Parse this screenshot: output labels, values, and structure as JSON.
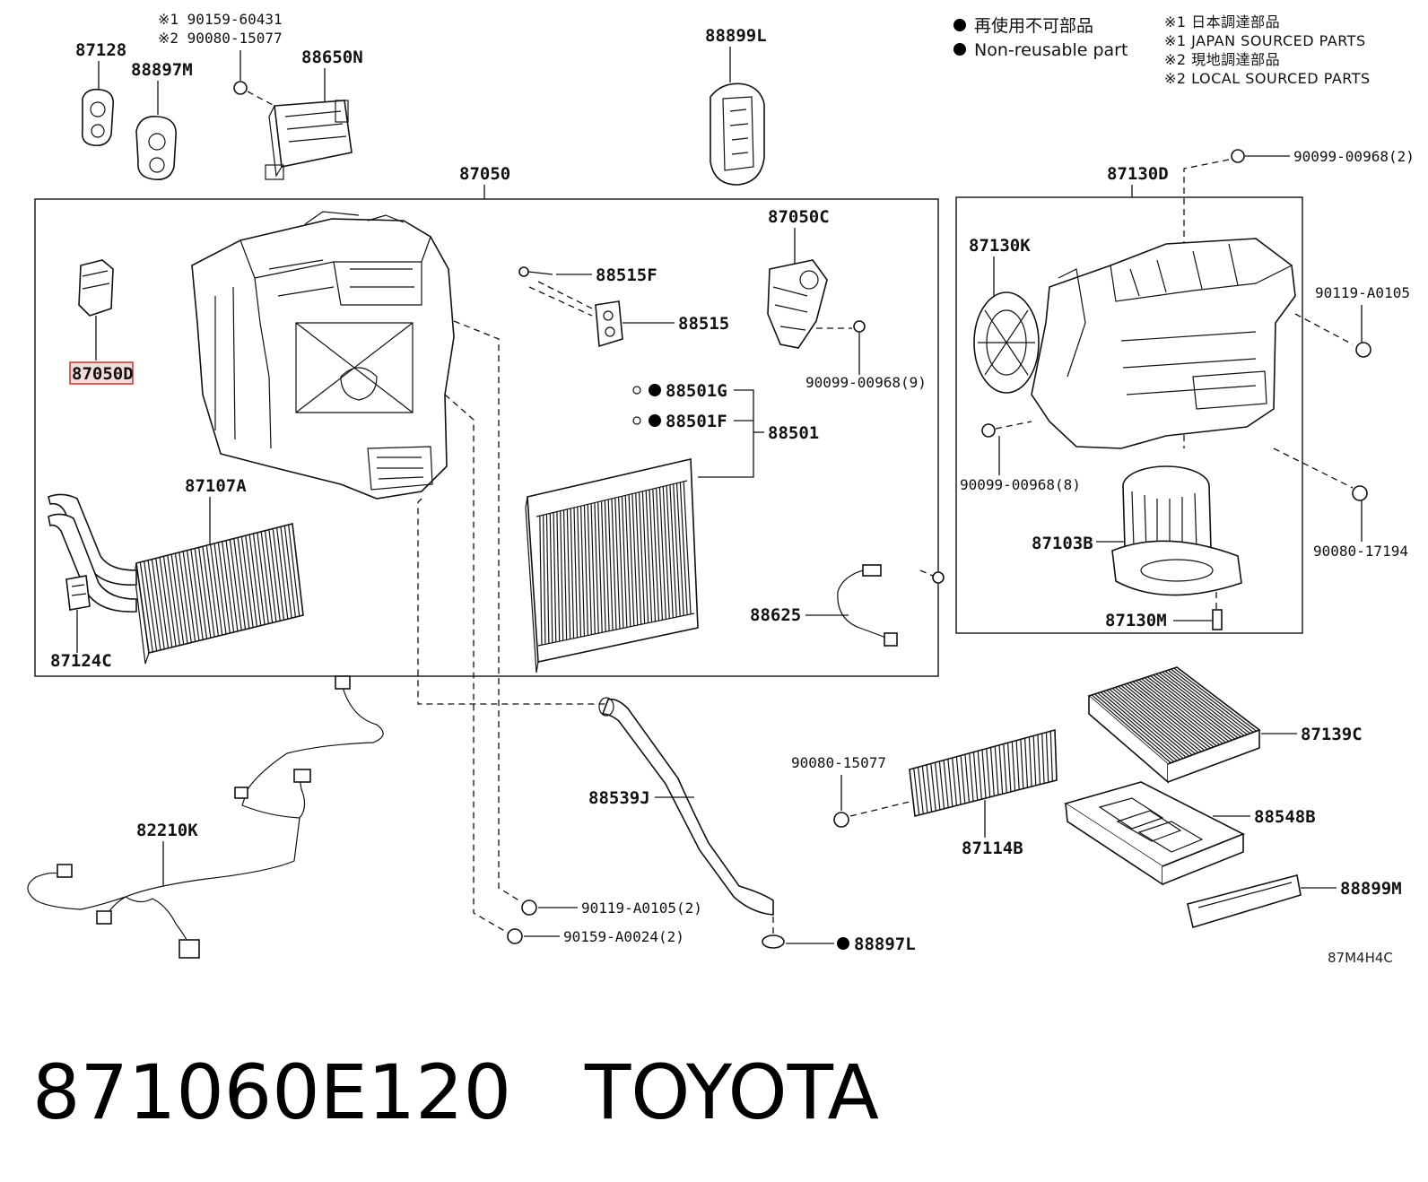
{
  "legend": {
    "jp_nonreusable": "再使用不可部品",
    "en_nonreusable": "Non-reusable part",
    "jp_japan_sourced": "※1 日本調達部品",
    "en_japan_sourced": "※1 JAPAN SOURCED PARTS",
    "jp_local_sourced": "※2 現地調達部品",
    "en_local_sourced": "※2 LOCAL SOURCED PARTS"
  },
  "labels": {
    "p87128": "87128",
    "p88897M": "88897M",
    "p88650N_note1": "※1 90159-60431",
    "p88650N_note2": "※2 90080-15077",
    "p88650N": "88650N",
    "p88899L": "88899L",
    "p87050": "87050",
    "p87050D": "87050D",
    "p88515F": "88515F",
    "p88515": "88515",
    "p87050C": "87050C",
    "p9009900968_9": "90099-00968(9)",
    "p88501G": "88501G",
    "p88501F": "88501F",
    "p88501": "88501",
    "p87107A": "87107A",
    "p87124C": "87124C",
    "p88625": "88625",
    "p87130D": "87130D",
    "p9009900968_2": "90099-00968(2)",
    "p87130K": "87130K",
    "p90119A0105": "90119-A0105",
    "p9009900968_8": "90099-00968(8)",
    "p9008017194": "90080-17194",
    "p87103B": "87103B",
    "p87130M": "87130M",
    "p87139C": "87139C",
    "p9008015077": "90080-15077",
    "p88548B": "88548B",
    "p87114B": "87114B",
    "p88899M": "88899M",
    "p88539J": "88539J",
    "p82210K": "82210K",
    "p90119A0105_2": "90119-A0105(2)",
    "p90159A0024_2": "90159-A0024(2)",
    "p88897L": "88897L"
  },
  "diagram_code": "87M4H4C",
  "caption": {
    "part_number": "871060E120",
    "brand": "TOYOTA"
  }
}
